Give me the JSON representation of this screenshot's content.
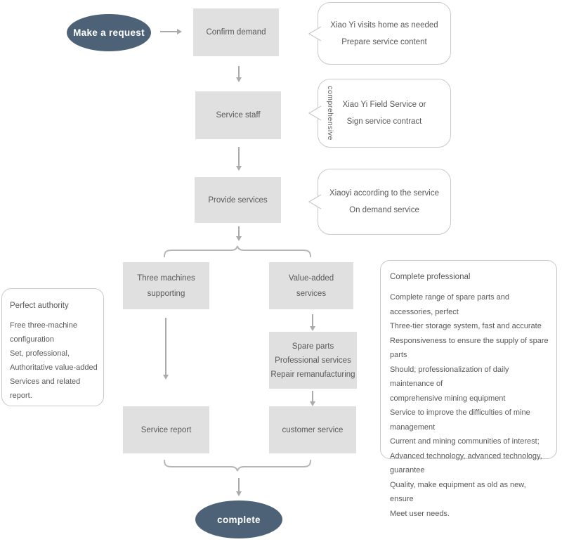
{
  "colors": {
    "terminal_fill": "#4d6277",
    "box_fill": "#e0e0e1",
    "border": "#c9c9c9",
    "arrow": "#ababab",
    "text": "#595959"
  },
  "flow": {
    "start_label": "Make a request",
    "steps": [
      "Confirm demand",
      "Service staff",
      "Provide services"
    ],
    "callouts": [
      {
        "side_label": "",
        "lines": [
          "Xiao Yi visits home as needed",
          "Prepare service content"
        ]
      },
      {
        "side_label": "comprehensive",
        "lines": [
          "Xiao Yi Field Service or",
          "Sign service contract"
        ]
      },
      {
        "side_label": "",
        "lines": [
          "Xiaoyi according to the service",
          "On demand service"
        ]
      }
    ],
    "branch_left": {
      "top_box_lines": [
        "Three machines",
        "supporting"
      ],
      "bottom_box": "Service report"
    },
    "branch_right": {
      "top_box_lines": [
        "Value-added",
        "services"
      ],
      "middle_box_lines": [
        "Spare parts",
        "Professional services",
        "Repair remanufacturing"
      ],
      "bottom_box": "customer service"
    },
    "end_label": "complete"
  },
  "notes": {
    "left": {
      "title": "Perfect authority",
      "lines": [
        "Free three-machine configuration",
        "Set, professional,",
        "Authoritative value-added",
        "Services and related",
        "report."
      ]
    },
    "right": {
      "title": "Complete professional",
      "lines": [
        "Complete range of spare parts and accessories, perfect",
        "Three-tier storage system, fast and accurate",
        "Responsiveness to ensure the supply of spare parts",
        "Should; professionalization of daily maintenance of",
        "comprehensive mining equipment",
        "Service to improve the difficulties of mine management",
        "Current and mining communities of interest;",
        "Advanced technology, advanced technology, guarantee",
        "Quality, make equipment as old as new, ensure",
        "Meet user needs."
      ]
    }
  }
}
